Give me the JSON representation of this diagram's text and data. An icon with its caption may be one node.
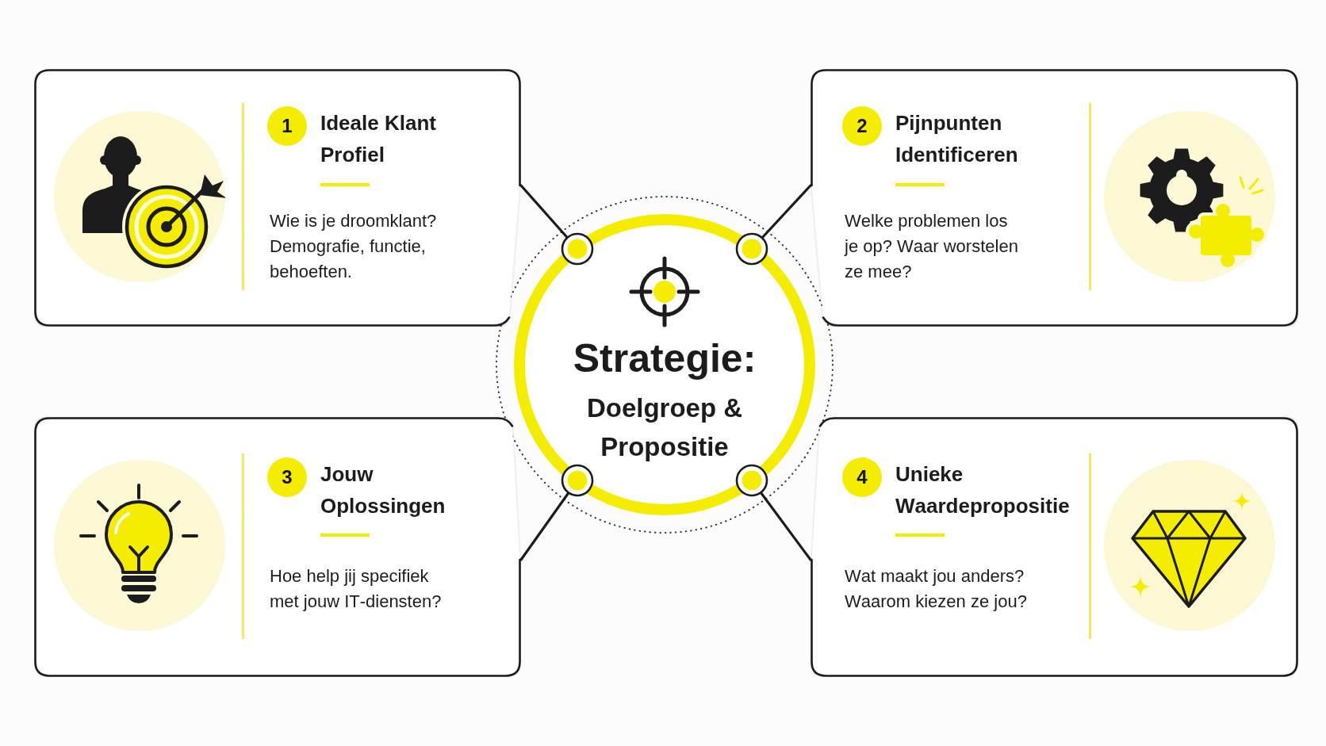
{
  "diagram": {
    "nodes": [
      {
        "text": [
          "Strategie:",
          "Doelgroep & Propositie"
        ]
      },
      {
        "text": [
          "Ideale Klant Profiel",
          "Wie is je droomklant? Demografie, functie, behoeften."
        ]
      },
      {
        "text": [
          "1"
        ],
        "in": 1
      },
      {
        "text": [
          "Pijnpunten Identificeren",
          "Welke problemen los je op? Waar worstelen ze mee?"
        ]
      },
      {
        "text": [
          "2"
        ],
        "in": 3
      },
      {
        "text": [
          "Jouw Oplossingen",
          "Hoe help jij specifiek met jouw IT-diensten?"
        ]
      },
      {
        "text": [
          "3"
        ],
        "in": 5
      },
      {
        "text": [
          "Unieke Waardepropositie",
          "Wat maakt jou anders? Waarom kiezen ze jou?"
        ]
      },
      {
        "text": [
          "4"
        ],
        "in": 7
      }
    ],
    "edges": [
      {
        "from": 0,
        "to": 1,
        "arrow": "other"
      },
      {
        "from": 0,
        "to": 3,
        "arrow": "other"
      },
      {
        "from": 0,
        "to": 5,
        "arrow": "other"
      },
      {
        "from": 0,
        "to": 7,
        "arrow": "other"
      }
    ]
  }
}
